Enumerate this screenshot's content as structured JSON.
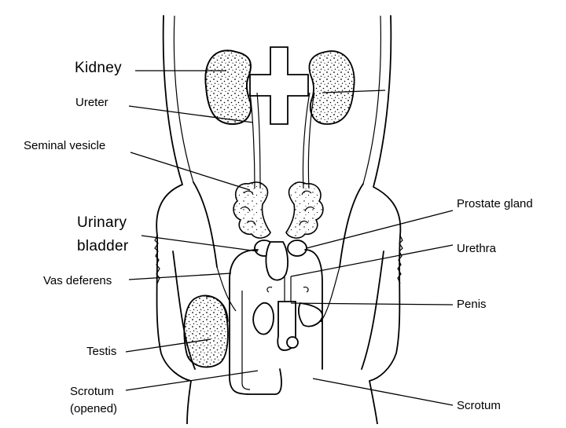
{
  "labels": {
    "kidney": "Kidney",
    "ureter": "Ureter",
    "seminal_vesicle": "Seminal vesicle",
    "urinary_bladder_line1": "Urinary",
    "urinary_bladder_line2": "bladder",
    "vas_deferens": "Vas deferens",
    "testis": "Testis",
    "scrotum_opened_line1": "Scrotum",
    "scrotum_opened_line2": "(opened)",
    "prostate_gland": "Prostate gland",
    "urethra": "Urethra",
    "penis": "Penis",
    "scrotum": "Scrotum"
  },
  "colors": {
    "ink": "#000000",
    "background": "#ffffff"
  }
}
